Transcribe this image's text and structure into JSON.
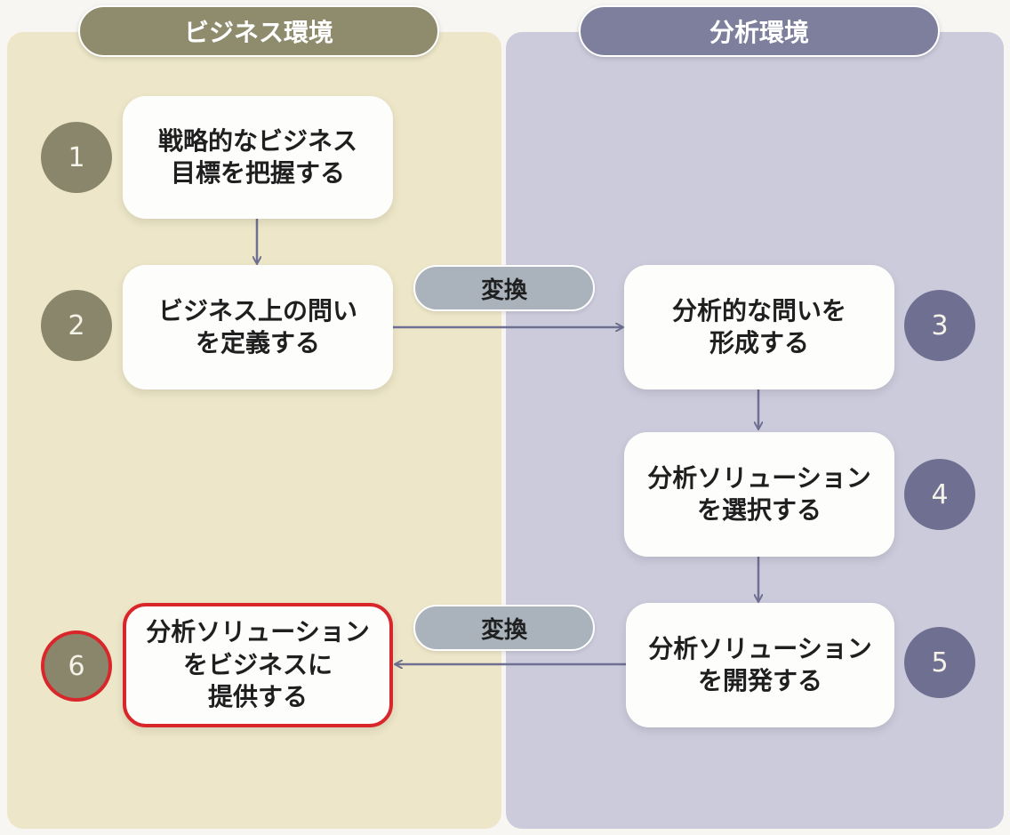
{
  "headers": {
    "business": "ビジネス環境",
    "analytics": "分析環境"
  },
  "steps": [
    {
      "number": "1",
      "label": "戦略的なビジネス\n目標を把握する"
    },
    {
      "number": "2",
      "label": "ビジネス上の問い\nを定義する"
    },
    {
      "number": "3",
      "label": "分析的な問いを\n形成する"
    },
    {
      "number": "4",
      "label": "分析ソリューション\nを選択する"
    },
    {
      "number": "5",
      "label": "分析ソリューション\nを開発する"
    },
    {
      "number": "6",
      "label": "分析ソリューション\nをビジネスに\n提供する"
    }
  ],
  "transforms": {
    "top": "変換",
    "bottom": "変換"
  },
  "colors": {
    "business_panel": "#ede6c8",
    "analytics_panel": "#cbcbdc",
    "business_accent": "#8a866b",
    "analytics_accent": "#6f7091",
    "highlight": "#d9262b",
    "arrow": "#6f7091"
  }
}
